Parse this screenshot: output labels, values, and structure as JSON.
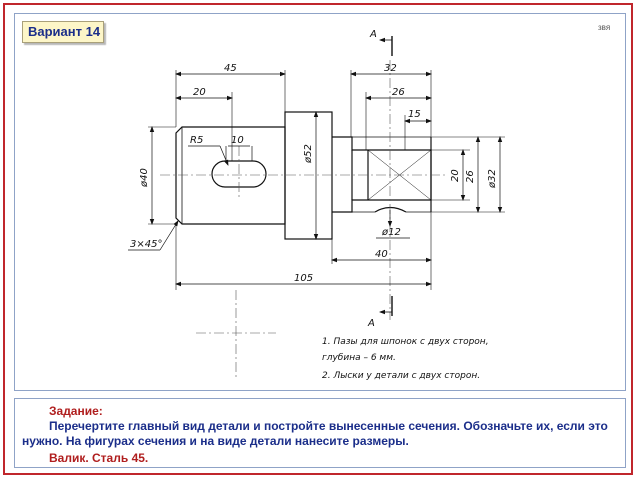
{
  "variant_label": "Вариант 14",
  "author_mark": "звя",
  "drawing": {
    "section_mark_top": "A",
    "section_mark_bottom": "A",
    "dims": {
      "d45": "45",
      "d20": "20",
      "d32": "32",
      "d26": "26",
      "d15": "15",
      "r5": "R5",
      "d10": "10",
      "dia40": "ø40",
      "dia52": "ø52",
      "d20v": "20",
      "d26v": "26",
      "dia32": "ø32",
      "dia12": "ø12",
      "d40": "40",
      "chamfer": "3×45°",
      "d105": "105"
    },
    "notes": [
      "1. Пазы для шпонок с двух сторон,",
      "глубина – 6 мм.",
      "2. Лыски у детали с двух сторон."
    ]
  },
  "task": {
    "title": "Задание:",
    "text": "Перечертите главный вид детали и постройте вынесенные сечения. Обозначьте их, если это нужно. На фигурах  сечения и на виде детали нанесите размеры.",
    "material": "Валик. Сталь 45."
  }
}
